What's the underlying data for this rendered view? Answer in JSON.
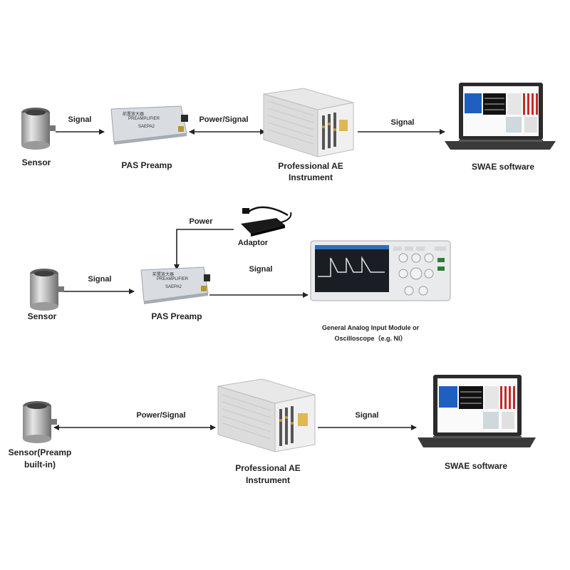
{
  "row1": {
    "sensor_label": "Sensor",
    "preamp_label": "PAS Preamp",
    "instrument_label_line1": "Professional AE",
    "instrument_label_line2": "Instrument",
    "software_label": "SWAE software",
    "signal_a": "Signal",
    "power_signal": "Power/Signal",
    "signal_b": "Signal",
    "preamp_text": {
      "cn": "前置放大器",
      "en": "PREAMPLIFIER",
      "model": "SAEPA2"
    }
  },
  "row2": {
    "sensor_label": "Sensor",
    "preamp_label": "PAS Preamp",
    "signal_a": "Signal",
    "power": "Power",
    "adaptor_label": "Adaptor",
    "signal_b": "Signal",
    "daq_label_line1": "General Analog Input Module or",
    "daq_label_line2": "Oscilloscope（e.g. NI）",
    "preamp_text": {
      "cn": "前置放大器",
      "en": "PREAMPLIFIER",
      "model": "SAEPA2"
    }
  },
  "row3": {
    "sensor_label_line1": "Sensor(Preamp",
    "sensor_label_line2": "built-in)",
    "power_signal": "Power/Signal",
    "instrument_label_line1": "Professional AE",
    "instrument_label_line2": "Instrument",
    "signal": "Signal",
    "software_label": "SWAE software"
  }
}
